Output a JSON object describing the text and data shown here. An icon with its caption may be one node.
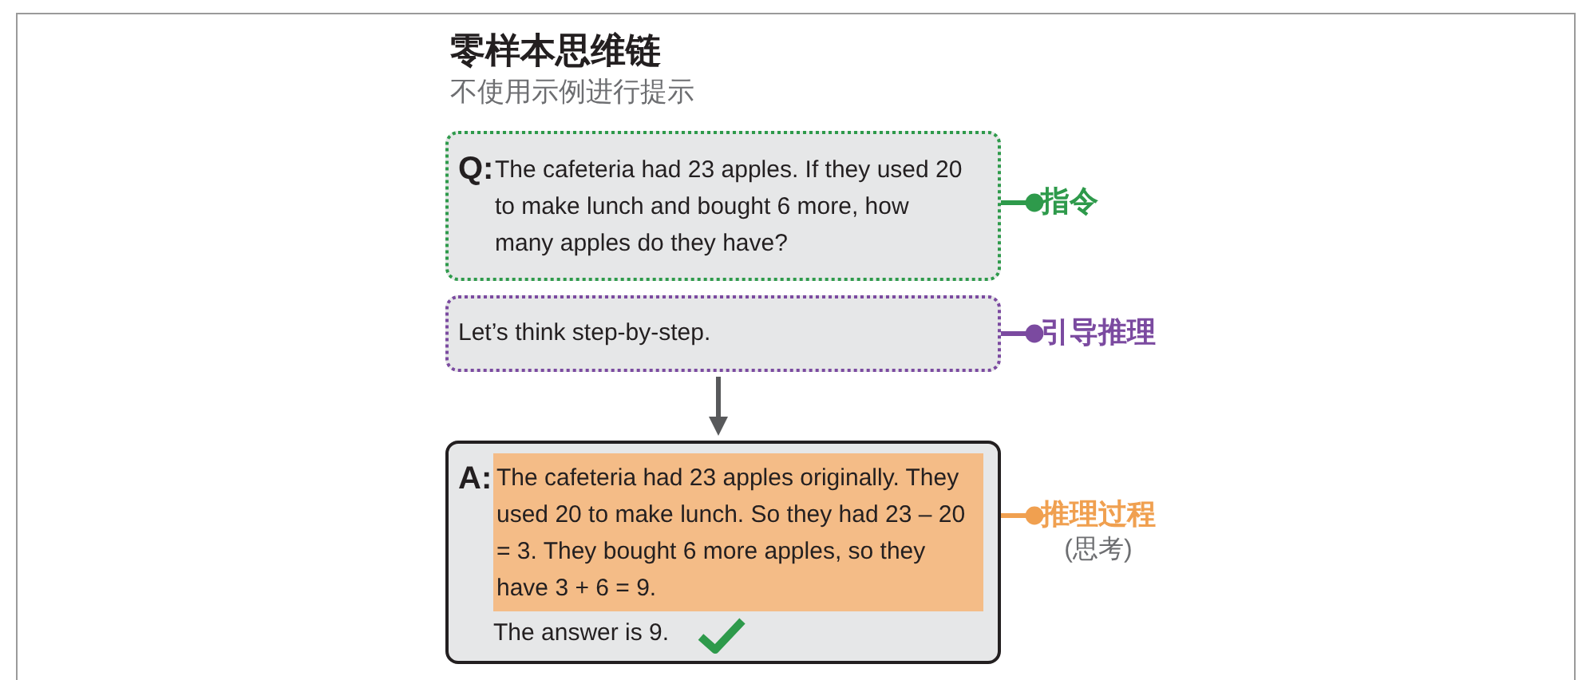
{
  "diagram": {
    "title": "零样本思维链",
    "caption": "不使用示例进行提示",
    "nodes": [
      {
        "text": [
          "Q:",
          "The cafeteria had 23 apples. If they used 20 to make lunch and bought 6 more, how many apples do they have?"
        ]
      },
      {
        "text": [
          "Let’s think step-by-step."
        ]
      },
      {
        "text": [
          "A:",
          "The answer is 9."
        ]
      },
      {
        "text": [
          "The cafeteria had 23 apples originally. They used 20 to make lunch. So they had 23 – 20 = 3. They bought 6 more apples, so they have 3 + 6 = 9."
        ],
        "in": 2
      },
      {
        "text": [
          "指令"
        ]
      },
      {
        "text": [
          "引导推理"
        ]
      },
      {
        "text": [
          "推理过程"
        ],
        "beside": [
          "(思考)"
        ]
      }
    ],
    "edges": [
      {
        "from": 1,
        "to": 2,
        "arrow": "to",
        "color": "#58595b"
      },
      {
        "from": 0,
        "to": 4,
        "arrow": "other",
        "color": "#2e9a4b"
      },
      {
        "from": 1,
        "to": 5,
        "arrow": "other",
        "color": "#7b4aa0"
      },
      {
        "from": 3,
        "to": 6,
        "arrow": "other",
        "color": "#f0a050"
      }
    ]
  }
}
